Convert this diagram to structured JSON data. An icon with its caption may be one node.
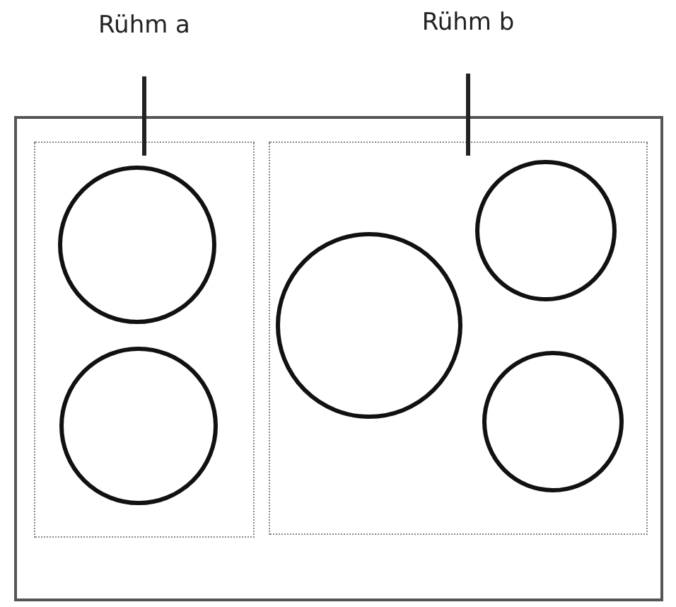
{
  "diagram": {
    "nodes": [
      {
        "text": [
          "Rühm a"
        ]
      },
      {
        "text": [
          "Rühm b"
        ]
      },
      {
        "text": [],
        "shape": "box"
      },
      {
        "text": [],
        "shape": "box",
        "in": 2
      },
      {
        "text": [],
        "shape": "box",
        "in": 2
      },
      {
        "text": [],
        "shape": "circle",
        "in": 3
      },
      {
        "text": [],
        "shape": "circle",
        "in": 3
      },
      {
        "text": [],
        "shape": "circle",
        "in": 4
      },
      {
        "text": [],
        "shape": "circle",
        "in": 4
      },
      {
        "text": [],
        "shape": "circle",
        "in": 4
      }
    ],
    "edges": [
      {
        "from": 0,
        "to": 3,
        "arrow": "none"
      },
      {
        "from": 1,
        "to": 4,
        "arrow": "none"
      }
    ]
  }
}
